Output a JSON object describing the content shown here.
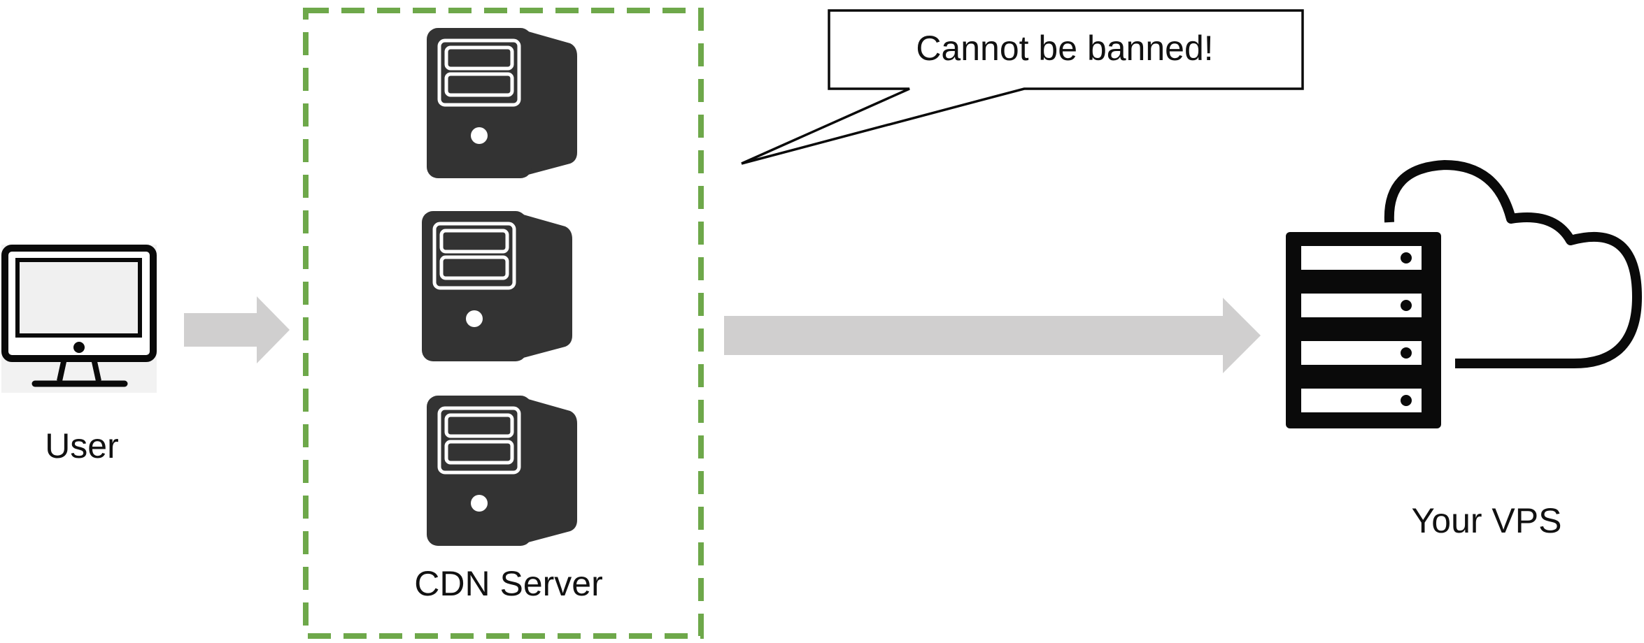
{
  "labels": {
    "user": "User",
    "cdn": "CDN Server",
    "vps": "Your VPS",
    "callout": "Cannot be banned!"
  },
  "nodes": {
    "user": {
      "icon": "monitor-icon"
    },
    "cdn": {
      "icon": "server-tower-icon",
      "count": 3,
      "group_border": "dashed"
    },
    "vps": {
      "icon": "cloud-server-rack-icon",
      "rack_units": 4
    }
  },
  "edges": [
    {
      "from": "user",
      "to": "cdn"
    },
    {
      "from": "cdn",
      "to": "vps"
    }
  ],
  "colors": {
    "group_border": "#6ea84a",
    "arrow": "#d0cfcf",
    "icon_dark": "#333333",
    "icon_black": "#0a0a0a",
    "text": "#111111"
  }
}
